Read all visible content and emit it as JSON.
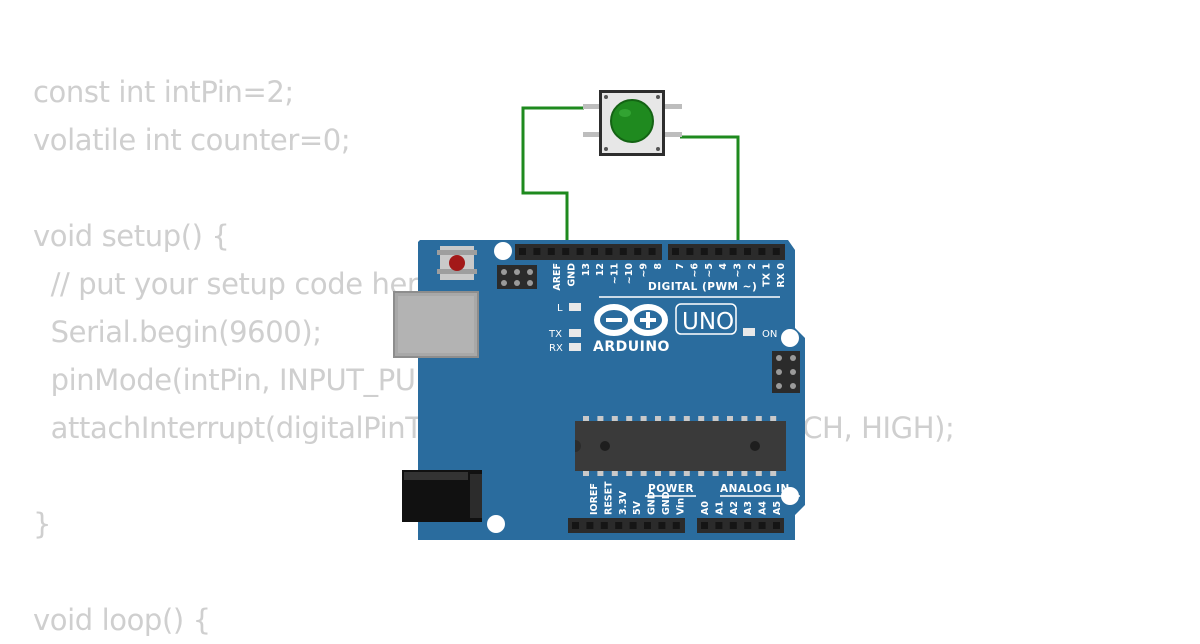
{
  "code": {
    "lines": [
      "const int intPin=2;",
      "volatile int counter=0;",
      "",
      "void setup() {",
      "  // put your setup code here, to run once:",
      "  Serial.begin(9600);",
      "  pinMode(intPin, INPUT_PULLUP);",
      "  attachInterrupt(digitalPinToInterrupt(intPin), counterFCH, HIGH);",
      "",
      "}",
      "",
      "void loop() {"
    ]
  },
  "board": {
    "brand": "ARDUINO",
    "model": "UNO",
    "digital_header_label": "DIGITAL (PWM ~)",
    "power_header_label": "POWER",
    "analog_header_label": "ANALOG IN",
    "led_l": "L",
    "led_tx": "TX",
    "led_rx": "RX",
    "led_on": "ON",
    "digital_pins_left": [
      "AREF",
      "GND",
      "13",
      "12",
      "~11",
      "~10",
      "~9",
      "8"
    ],
    "digital_pins_right": [
      "7",
      "~6",
      "~5",
      "4",
      "~3",
      "2",
      "TX 1",
      "RX 0"
    ],
    "power_pins": [
      "IOREF",
      "RESET",
      "3.3V",
      "5V",
      "GND",
      "GND",
      "Vin"
    ],
    "analog_pins": [
      "A0",
      "A1",
      "A2",
      "A3",
      "A4",
      "A5"
    ],
    "colors": {
      "pcb": "#2a6c9e",
      "header": "#2b2b2b",
      "chip": "#3a3a3a",
      "usb": "#a8a8a8"
    }
  },
  "button": {
    "color": "#1f8a1f"
  },
  "wires": {
    "color": "#1e8a1e"
  }
}
